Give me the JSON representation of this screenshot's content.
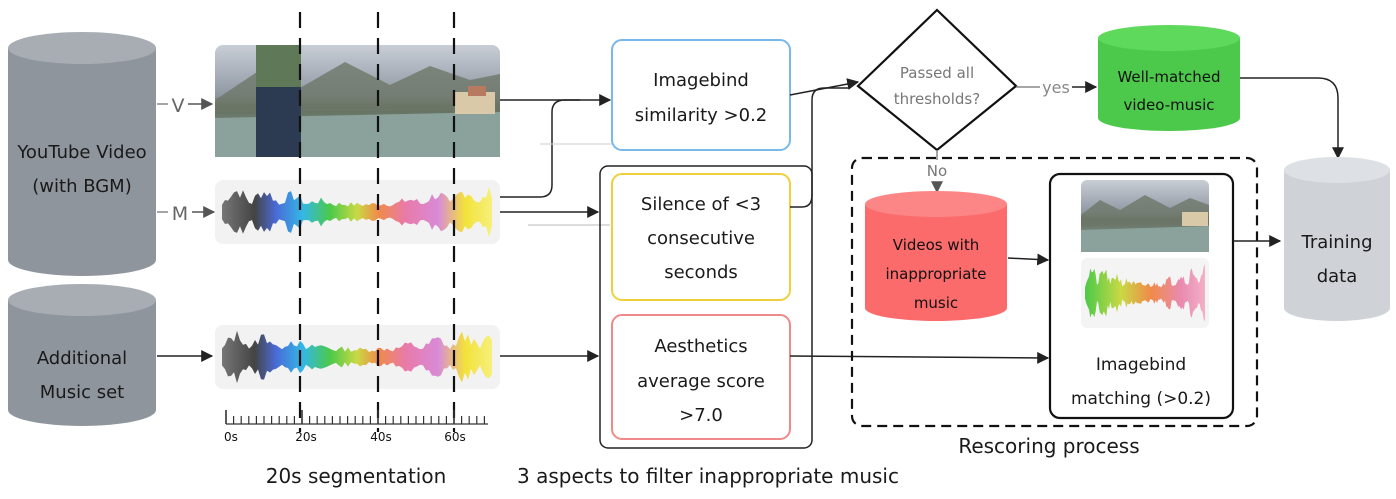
{
  "sources": {
    "youtube": {
      "line1": "YouTube Video",
      "line2": "(with BGM)"
    },
    "music": {
      "line1": "Additional",
      "line2": "Music set"
    }
  },
  "channels": {
    "video": "V",
    "music": "M"
  },
  "timeline": {
    "ticks": [
      "0s",
      "20s",
      "40s",
      "60s"
    ],
    "caption": "20s segmentation"
  },
  "filters": {
    "imagebind": {
      "line1": "Imagebind",
      "line2": "similarity >0.2"
    },
    "silence": {
      "line1": "Silence of <3",
      "line2": "consecutive",
      "line3": "seconds"
    },
    "aesthetics": {
      "line1": "Aesthetics",
      "line2": "average score",
      "line3": ">7.0"
    },
    "caption": "3 aspects to filter inappropriate music"
  },
  "decision": {
    "line1": "Passed all",
    "line2": "thresholds?",
    "yes": "yes",
    "no": "No"
  },
  "outputs": {
    "matched": {
      "line1": "Well-matched",
      "line2": "video-music"
    },
    "inappropriate": {
      "line1": "Videos with",
      "line2": "inappropriate",
      "line3": "music"
    },
    "training": {
      "line1": "Training",
      "line2": "data"
    }
  },
  "rescoring": {
    "label": "Rescoring process",
    "matching": {
      "line1": "Imagebind",
      "line2": "matching (>0.2)"
    }
  },
  "colors": {
    "db_gray": "#8f959c",
    "training_gray": "#cfd3d8",
    "green": "#4cc94a",
    "red": "#fb6b6b",
    "blue_border": "#7ab8ea",
    "yellow_border": "#f0cf3c",
    "pink_border": "#f08a8a"
  },
  "icons": [
    "landscape-thumbnail",
    "waveform-icon"
  ]
}
